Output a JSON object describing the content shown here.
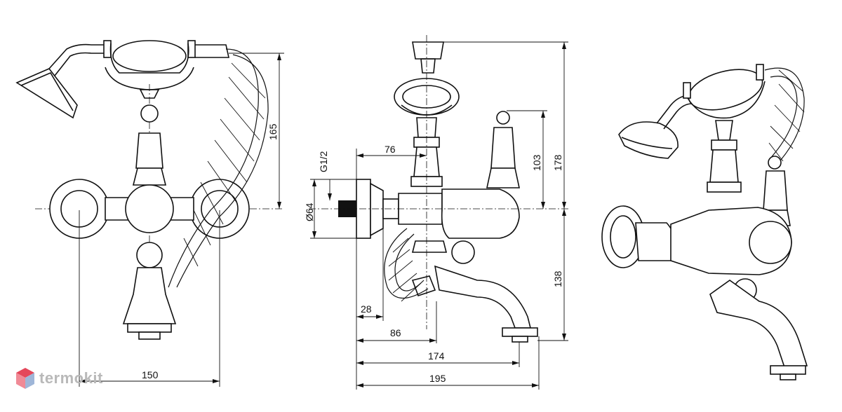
{
  "dimensions": {
    "width_150": "150",
    "height_165": "165",
    "depth_76": "76",
    "thread_g12": "G1/2",
    "diameter_64": "Ø64",
    "handle_103": "103",
    "total_178": "178",
    "spout_138": "138",
    "offset_28": "28",
    "reach_86": "86",
    "reach_174": "174",
    "reach_195": "195"
  },
  "watermark": {
    "text": "termokit"
  },
  "colors": {
    "line": "#111111",
    "watermark": "#b9b9b9",
    "logo_red": "#e4475a",
    "logo_blue": "#9fb6d8"
  }
}
